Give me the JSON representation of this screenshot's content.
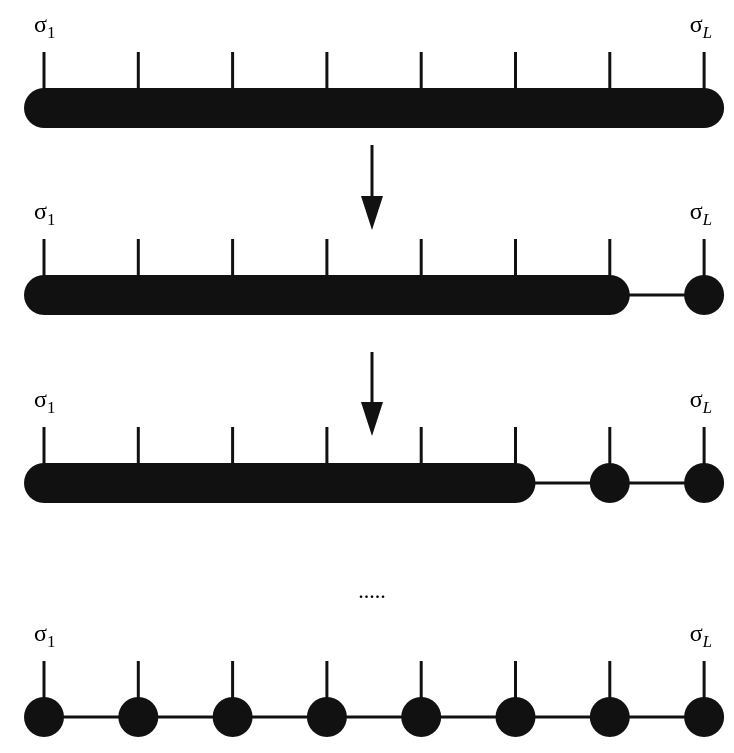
{
  "diagram": {
    "title": "",
    "stroke_color": "#111111",
    "site_count": 8,
    "first_site_label": {
      "base": "σ",
      "sub": "1"
    },
    "last_site_label": {
      "base": "σ",
      "sub": "L"
    },
    "ellipsis": ".....",
    "rows": [
      {
        "id": "full-tensor",
        "block_sites": 8,
        "node_sites": 0
      },
      {
        "id": "one-site-split",
        "block_sites": 7,
        "node_sites": 1
      },
      {
        "id": "two-sites-split",
        "block_sites": 6,
        "node_sites": 2
      },
      {
        "id": "fully-decomposed-mps",
        "block_sites": 0,
        "node_sites": 8
      }
    ],
    "arrows": [
      {
        "from": "full-tensor",
        "to": "one-site-split",
        "icon": "down-arrow-icon"
      },
      {
        "from": "one-site-split",
        "to": "two-sites-split",
        "icon": "down-arrow-icon"
      }
    ]
  }
}
